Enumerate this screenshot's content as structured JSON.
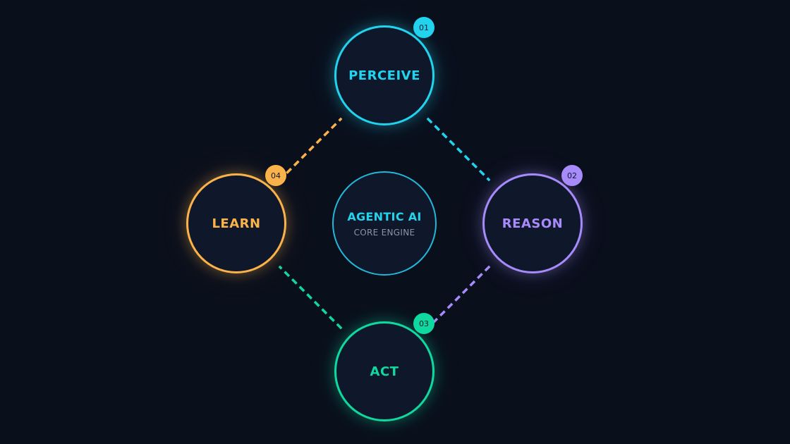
{
  "center": {
    "title": "AGENTIC AI",
    "subtitle": "CORE ENGINE",
    "color": "#22d3ee"
  },
  "nodes": [
    {
      "id": "perceive",
      "label": "PERCEIVE",
      "badge": "01",
      "color": "#22d3ee"
    },
    {
      "id": "reason",
      "label": "REASON",
      "badge": "02",
      "color": "#a78bfa"
    },
    {
      "id": "act",
      "label": "ACT",
      "badge": "03",
      "color": "#10d9a0"
    },
    {
      "id": "learn",
      "label": "LEARN",
      "badge": "04",
      "color": "#fbb24a"
    }
  ],
  "connectors": [
    {
      "from": "perceive",
      "to": "reason",
      "color": "#22d3ee"
    },
    {
      "from": "reason",
      "to": "act",
      "color": "#a78bfa"
    },
    {
      "from": "act",
      "to": "learn",
      "color": "#10d9a0"
    },
    {
      "from": "learn",
      "to": "perceive",
      "color": "#fbb24a"
    }
  ]
}
